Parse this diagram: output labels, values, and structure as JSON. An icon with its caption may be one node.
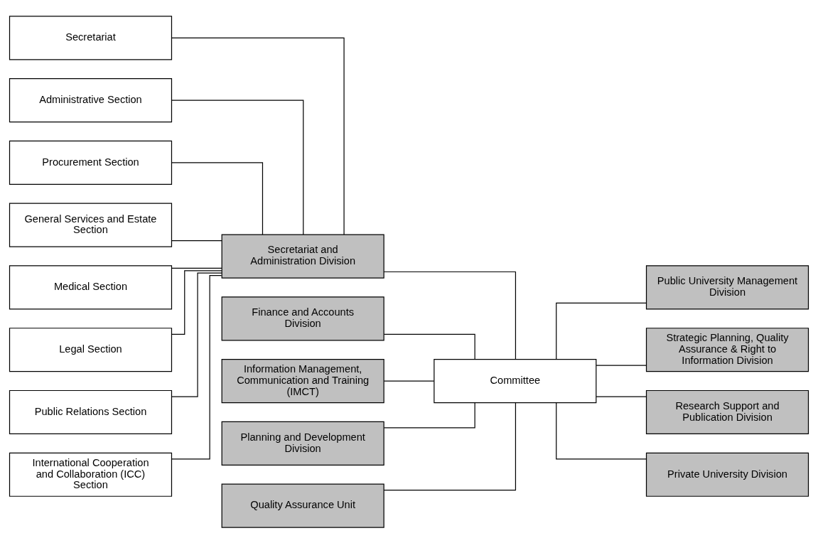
{
  "diagram": {
    "nodes": [
      {
        "text": [
          "Committee"
        ]
      },
      {
        "text": [
          "Secretariat and Administration Division"
        ]
      },
      {
        "text": [
          "Finance and Accounts Division"
        ]
      },
      {
        "text": [
          "Information Management, Communication and Training (IMCT)"
        ]
      },
      {
        "text": [
          "Planning and Development Division"
        ]
      },
      {
        "text": [
          "Quality Assurance Unit"
        ]
      },
      {
        "text": [
          "Public University Management Division"
        ]
      },
      {
        "text": [
          "Strategic Planning, Quality Assurance & Right to Information Division"
        ]
      },
      {
        "text": [
          "Research Support and Publication Division"
        ]
      },
      {
        "text": [
          "Private University Division"
        ]
      },
      {
        "text": [
          "Secretariat"
        ]
      },
      {
        "text": [
          "Administrative Section"
        ]
      },
      {
        "text": [
          "Procurement Section"
        ]
      },
      {
        "text": [
          "General Services and Estate Section"
        ]
      },
      {
        "text": [
          "Medical Section"
        ]
      },
      {
        "text": [
          "Legal Section"
        ]
      },
      {
        "text": [
          "Public Relations Section"
        ]
      },
      {
        "text": [
          "International Cooperation and Collaboration (ICC) Section"
        ]
      }
    ],
    "edges": [
      {
        "from": 1,
        "to": 0,
        "arrow": "none"
      },
      {
        "from": 2,
        "to": 0,
        "arrow": "none"
      },
      {
        "from": 3,
        "to": 0,
        "arrow": "none"
      },
      {
        "from": 4,
        "to": 0,
        "arrow": "none"
      },
      {
        "from": 5,
        "to": 0,
        "arrow": "none"
      },
      {
        "from": 0,
        "to": 6,
        "arrow": "none"
      },
      {
        "from": 0,
        "to": 7,
        "arrow": "none"
      },
      {
        "from": 0,
        "to": 8,
        "arrow": "none"
      },
      {
        "from": 0,
        "to": 9,
        "arrow": "none"
      },
      {
        "from": 10,
        "to": 1,
        "arrow": "none"
      },
      {
        "from": 11,
        "to": 1,
        "arrow": "none"
      },
      {
        "from": 12,
        "to": 1,
        "arrow": "none"
      },
      {
        "from": 13,
        "to": 1,
        "arrow": "none"
      },
      {
        "from": 14,
        "to": 1,
        "arrow": "none"
      },
      {
        "from": 15,
        "to": 1,
        "arrow": "none"
      },
      {
        "from": 16,
        "to": 1,
        "arrow": "none"
      },
      {
        "from": 17,
        "to": 1,
        "arrow": "none"
      }
    ]
  }
}
